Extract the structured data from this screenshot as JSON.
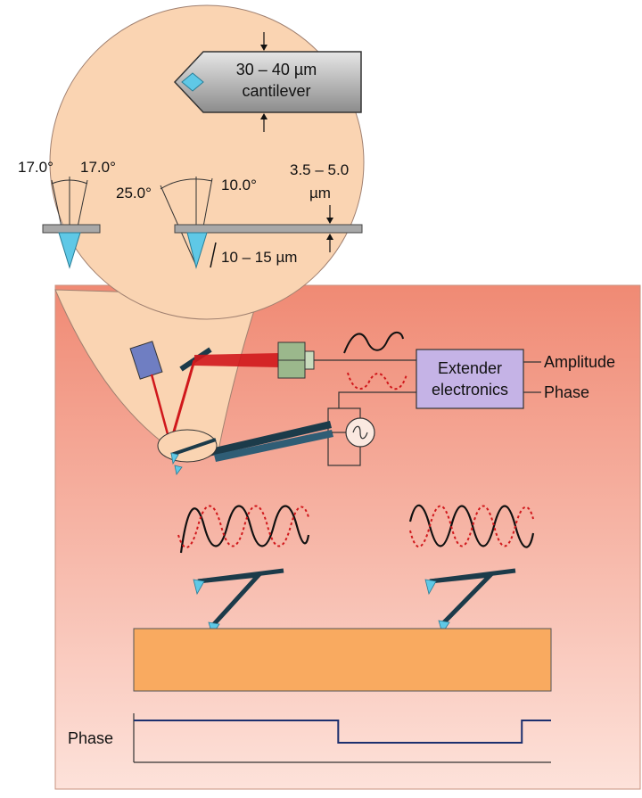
{
  "labels": {
    "cantilever_width": "30 – 40 µm",
    "cantilever": "cantilever",
    "angle_left_a": "17.0°",
    "angle_left_b": "17.0°",
    "angle_right_a": "25.0°",
    "angle_right_b": "10.0°",
    "thickness_value": "3.5 – 5.0",
    "thickness_unit": "µm",
    "tip_height": "10 – 15 µm",
    "extender_line1": "Extender",
    "extender_line2": "electronics",
    "amplitude": "Amplitude",
    "phase_output": "Phase",
    "phase_plot": "Phase"
  },
  "colors": {
    "panel_top": "#f08a74",
    "panel_bottom": "#fde2da",
    "magnifier": "#fad4b2",
    "sample": "#f9aa60",
    "electronics_box": "#c5b3e6",
    "detector": "#9bb88c",
    "laser_source": "#6f7ec2",
    "laser_beam": "#d0181c",
    "tip": "#5fc8e6",
    "phase_trace": "#1c2f6e",
    "cantilever_body": "#1c3b4a"
  },
  "phase_signal": {
    "levels": [
      "high",
      "low",
      "high"
    ],
    "transitions_fraction": [
      0.49,
      0.93
    ]
  }
}
